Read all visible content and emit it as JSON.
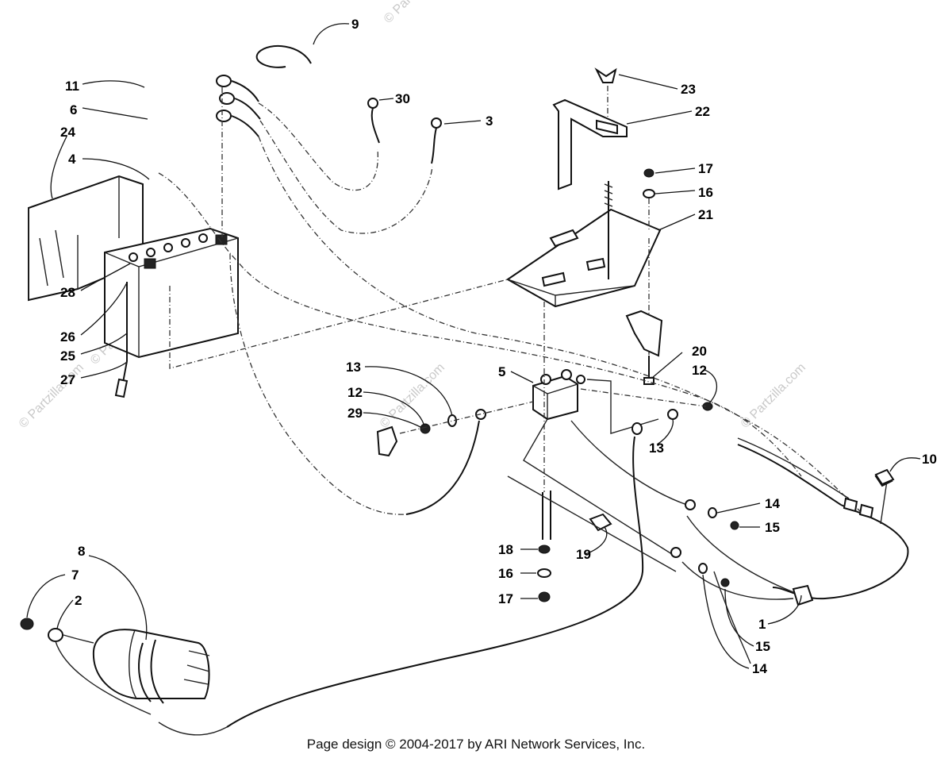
{
  "diagram": {
    "callouts": [
      {
        "id": "c9",
        "text": "9"
      },
      {
        "id": "c11",
        "text": "11"
      },
      {
        "id": "c6",
        "text": "6"
      },
      {
        "id": "c30",
        "text": "30"
      },
      {
        "id": "c3",
        "text": "3"
      },
      {
        "id": "c23",
        "text": "23"
      },
      {
        "id": "c22",
        "text": "22"
      },
      {
        "id": "c24",
        "text": "24"
      },
      {
        "id": "c4",
        "text": "4"
      },
      {
        "id": "c17a",
        "text": "17"
      },
      {
        "id": "c16a",
        "text": "16"
      },
      {
        "id": "c21",
        "text": "21"
      },
      {
        "id": "c28",
        "text": "28"
      },
      {
        "id": "c26",
        "text": "26"
      },
      {
        "id": "c25",
        "text": "25"
      },
      {
        "id": "c27",
        "text": "27"
      },
      {
        "id": "c13a",
        "text": "13"
      },
      {
        "id": "c5",
        "text": "5"
      },
      {
        "id": "c20",
        "text": "20"
      },
      {
        "id": "c12a",
        "text": "12"
      },
      {
        "id": "c12b",
        "text": "12"
      },
      {
        "id": "c29",
        "text": "29"
      },
      {
        "id": "c13b",
        "text": "13"
      },
      {
        "id": "c10",
        "text": "10"
      },
      {
        "id": "c14a",
        "text": "14"
      },
      {
        "id": "c15a",
        "text": "15"
      },
      {
        "id": "c8",
        "text": "8"
      },
      {
        "id": "c18",
        "text": "18"
      },
      {
        "id": "c19",
        "text": "19"
      },
      {
        "id": "c7",
        "text": "7"
      },
      {
        "id": "c2",
        "text": "2"
      },
      {
        "id": "c16b",
        "text": "16"
      },
      {
        "id": "c17b",
        "text": "17"
      },
      {
        "id": "c1",
        "text": "1"
      },
      {
        "id": "c15b",
        "text": "15"
      },
      {
        "id": "c14b",
        "text": "14"
      }
    ],
    "watermark": "© Partzilla.com"
  },
  "footer": {
    "text": "Page design © 2004-2017 by ARI Network Services, Inc."
  }
}
